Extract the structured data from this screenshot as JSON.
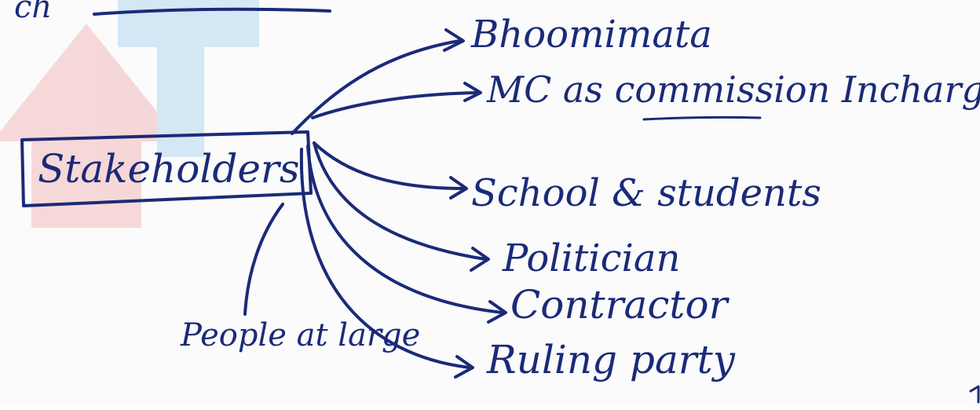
{
  "colors": {
    "ink": "#1b2a78",
    "paper": "#fbfbfb",
    "watermark_red": "#e85a5a",
    "watermark_blue": "#4aa3e0"
  },
  "watermark": {
    "icon": "arrow-logo-watermark"
  },
  "header_fragment": {
    "text": "ch"
  },
  "central": {
    "label": "Stakeholders"
  },
  "stakeholders": [
    {
      "label": "Bhoomimata"
    },
    {
      "label": "MC as commission Incharge"
    },
    {
      "label": "School & students"
    },
    {
      "label": "Politician"
    },
    {
      "label": "Contractor"
    },
    {
      "label": "Ruling party"
    },
    {
      "label": "People at large"
    }
  ]
}
